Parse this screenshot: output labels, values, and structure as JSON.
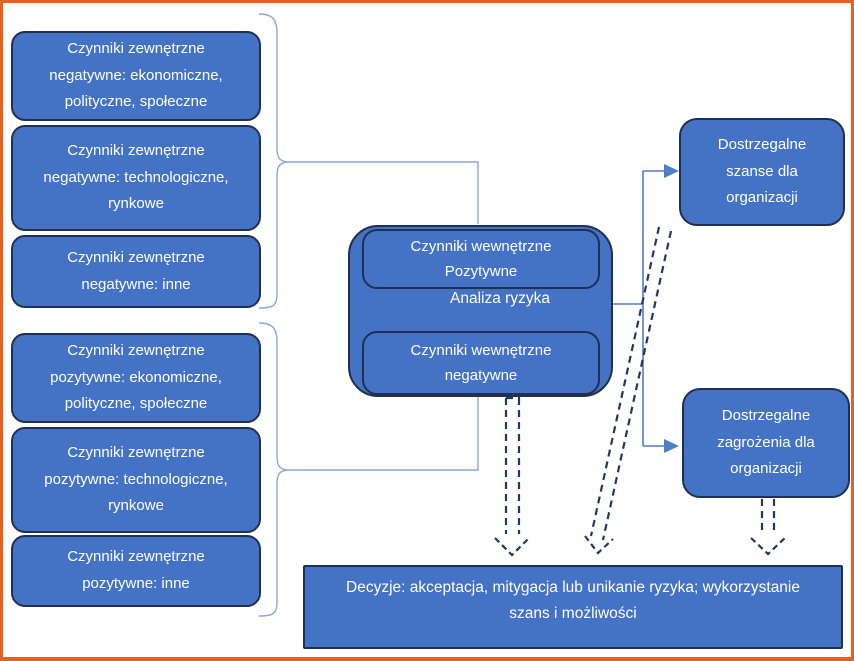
{
  "colors": {
    "frame": "#e8611c",
    "box_fill": "#4472c4",
    "box_border": "#1f3050",
    "box_text": "#ffffff",
    "connector_light": "#8ba7d9",
    "connector_solid": "#4d7cc9",
    "dashed": "#1f3864"
  },
  "left_boxes": [
    {
      "label": "Czynniki zewnętrzne\nnegatywne: ekonomiczne,\npolityczne, społeczne"
    },
    {
      "label": "Czynniki zewnętrzne\nnegatywne: technologiczne,\nrynkowe"
    },
    {
      "label": "Czynniki zewnętrzne\nnegatywne: inne"
    },
    {
      "label": "Czynniki zewnętrzne\npozytywne: ekonomiczne,\npolityczne, społeczne"
    },
    {
      "label": "Czynniki zewnętrzne\npozytywne: technologiczne,\nrynkowe"
    },
    {
      "label": "Czynniki zewnętrzne\npozytywne: inne"
    }
  ],
  "center": {
    "positive_label": "Czynniki wewnętrzne\nPozytywne",
    "analysis_label": "Analiza ryzyka",
    "negative_label": "Czynniki wewnętrzne\nnegatywne"
  },
  "right_boxes": {
    "opportunities_label": "Dostrzegalne\nszanse dla\norganizacji",
    "threats_label": "Dostrzegalne\nzagrożenia dla\norganizacji"
  },
  "bottom": {
    "decision_label": "Decyzje: akceptacja, mitygacja lub unikanie ryzyka; wykorzystanie\nszans i możliwości"
  }
}
